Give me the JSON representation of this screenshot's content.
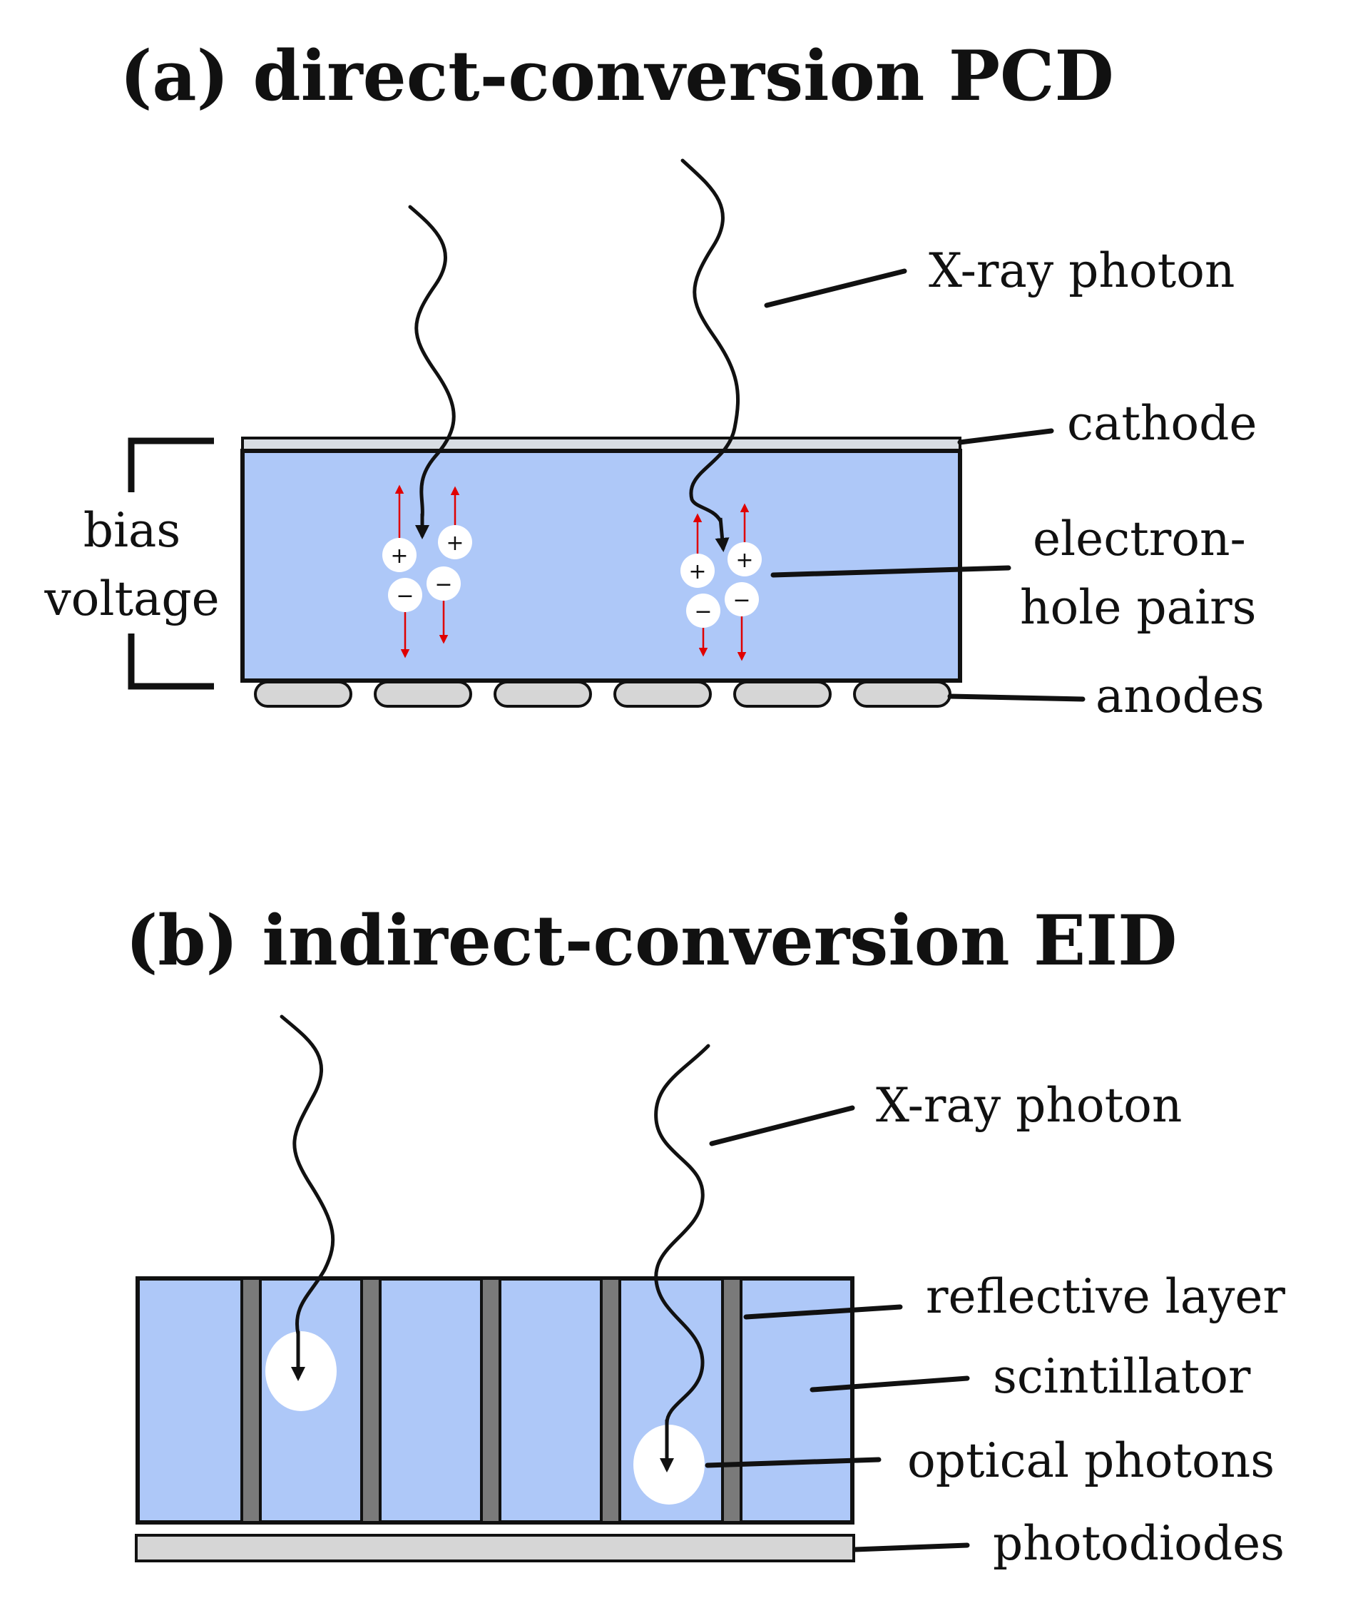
{
  "diagram_a": {
    "title": "(a) direct-conversion PCD",
    "labels": {
      "xray": "X-ray photon",
      "cathode": "cathode",
      "pairs_1": "electron-",
      "pairs_2": "hole pairs",
      "anodes": "anodes",
      "bias_1": "bias",
      "bias_2": "voltage"
    },
    "plus_sign": "+",
    "minus_sign": "−"
  },
  "diagram_b": {
    "title": "(b) indirect-conversion EID",
    "labels": {
      "xray": "X-ray photon",
      "reflective": "reflective layer",
      "scintillator": "scintillator",
      "optical": "optical photons",
      "photodiodes": "photodiodes"
    }
  },
  "colors": {
    "detector_fill": "#aec8f8",
    "electrode_fill": "#d6d6d6",
    "cathode_fill": "#d8dde3",
    "reflector_fill": "#7a7a7a",
    "drift_arrow": "#e00000",
    "outline": "#111111"
  }
}
